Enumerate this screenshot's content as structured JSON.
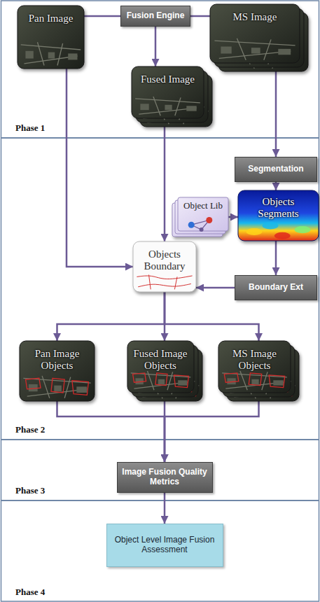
{
  "diagram": {
    "nodes": [
      {
        "text": [
          "Phase 1"
        ]
      },
      {
        "text": [
          "Pan Image"
        ],
        "in": 0
      },
      {
        "text": [
          "Fusion Engine"
        ],
        "in": 0
      },
      {
        "text": [
          "MS Image"
        ],
        "in": 0
      },
      {
        "text": [
          "Fused Image"
        ],
        "in": 0
      },
      {
        "text": [
          "Phase 2"
        ]
      },
      {
        "text": [
          "Segmentation"
        ],
        "in": 5
      },
      {
        "text": [
          "Object Lib"
        ],
        "in": 5
      },
      {
        "text": [
          "Objects Segments"
        ],
        "in": 5
      },
      {
        "text": [
          "Objects Boundary"
        ],
        "in": 5
      },
      {
        "text": [
          "Boundary Ext"
        ],
        "in": 5
      },
      {
        "text": [
          "Pan Image Objects"
        ],
        "in": 5
      },
      {
        "text": [
          "Fused Image Objects"
        ],
        "in": 5
      },
      {
        "text": [
          "MS Image Objects"
        ],
        "in": 5
      },
      {
        "text": [
          "Phase 3"
        ]
      },
      {
        "text": [
          "Image Fusion Quality Metrics"
        ],
        "in": 14
      },
      {
        "text": [
          "Phase 4"
        ]
      },
      {
        "text": [
          "Object Level Image Fusion Assessment"
        ],
        "in": 16
      }
    ],
    "edges": [
      {
        "from": 1,
        "to": 2,
        "arrow": "none"
      },
      {
        "from": 3,
        "to": 2,
        "arrow": "none"
      },
      {
        "from": 2,
        "to": 4,
        "arrow": "to"
      },
      {
        "from": 1,
        "to": 9,
        "arrow": "to"
      },
      {
        "from": 4,
        "to": 9,
        "arrow": "to"
      },
      {
        "from": 3,
        "to": 6,
        "arrow": "to"
      },
      {
        "from": 6,
        "to": 8,
        "arrow": "to"
      },
      {
        "from": 7,
        "to": 8,
        "arrow": "to"
      },
      {
        "from": 8,
        "to": 10,
        "arrow": "to"
      },
      {
        "from": 10,
        "to": 9,
        "arrow": "to"
      },
      {
        "from": 9,
        "to": 11,
        "arrow": "to"
      },
      {
        "from": 9,
        "to": 12,
        "arrow": "to"
      },
      {
        "from": 9,
        "to": 13,
        "arrow": "to"
      },
      {
        "from": 11,
        "to": 15,
        "arrow": "to"
      },
      {
        "from": 12,
        "to": 15,
        "arrow": "to"
      },
      {
        "from": 13,
        "to": 15,
        "arrow": "to"
      },
      {
        "from": 15,
        "to": 17,
        "arrow": "to"
      }
    ]
  }
}
